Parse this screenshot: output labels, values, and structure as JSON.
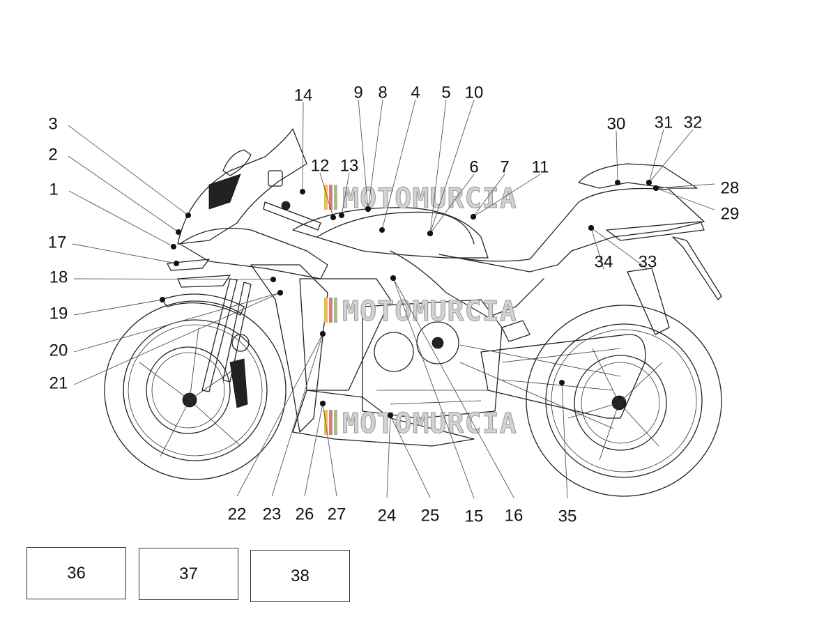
{
  "callouts": [
    "1",
    "2",
    "3",
    "4",
    "5",
    "6",
    "7",
    "8",
    "9",
    "10",
    "11",
    "12",
    "13",
    "14",
    "15",
    "16",
    "17",
    "18",
    "19",
    "20",
    "21",
    "22",
    "23",
    "24",
    "25",
    "26",
    "27",
    "28",
    "29",
    "30",
    "31",
    "32",
    "33",
    "34",
    "35"
  ],
  "boxes": [
    "36",
    "37",
    "38"
  ],
  "watermark": "MOTOMURCIA",
  "watermark_colors": [
    "#e8c14a",
    "#e07a7a",
    "#9fbf8f"
  ]
}
